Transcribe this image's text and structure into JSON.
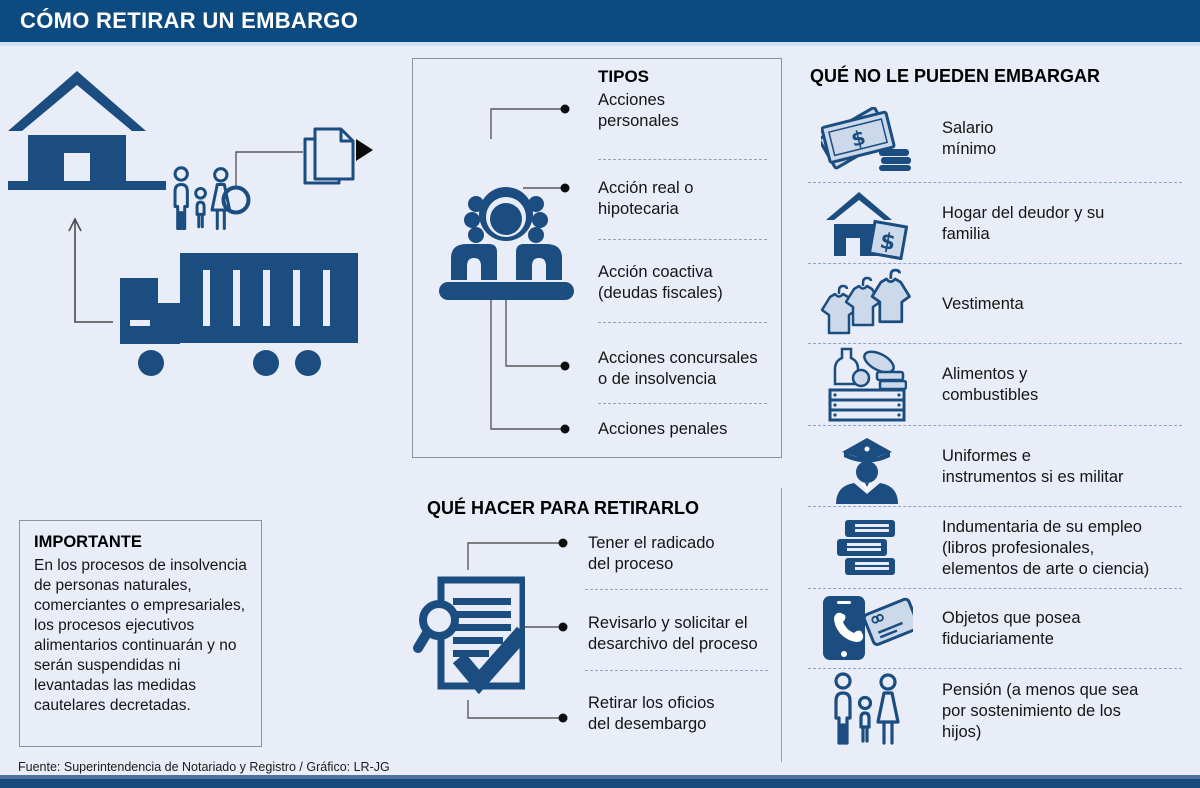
{
  "title": "CÓMO RETIRAR UN EMBARGO",
  "colors": {
    "header_bar": "#0c4a80",
    "brand_blue": "#1b4d80",
    "light_icon_fill": "#ccd9ea",
    "background": "#e9edf7"
  },
  "icons": {
    "currency_symbol": "$"
  },
  "tipos": {
    "header": "TIPOS",
    "items": [
      "Acciones\npersonales",
      "Acción real o\nhipotecaria",
      "Acción coactiva\n(deudas fiscales)",
      "Acciones concursales\no de insolvencia",
      "Acciones penales"
    ]
  },
  "que_hacer": {
    "header": "QUÉ HACER PARA RETIRARLO",
    "items": [
      "Tener el radicado\ndel proceso",
      "Revisarlo y solicitar el\ndesarchivo del proceso",
      "Retirar los oficios\ndel desembargo"
    ]
  },
  "no_embargar": {
    "header": "QUÉ NO LE PUEDEN EMBARGAR",
    "items": [
      {
        "icon": "money-icon",
        "label": "Salario\nmínimo"
      },
      {
        "icon": "house-dollar-icon",
        "label": "Hogar del deudor y su\nfamilia"
      },
      {
        "icon": "clothes-icon",
        "label": "Vestimenta"
      },
      {
        "icon": "food-crate-icon",
        "label": "Alimentos y\ncombustibles"
      },
      {
        "icon": "military-icon",
        "label": "Uniformes e\ninstrumentos si es militar"
      },
      {
        "icon": "books-icon",
        "label": "Indumentaria de su empleo\n(libros profesionales,\nelementos de arte o ciencia)"
      },
      {
        "icon": "phone-card-icon",
        "label": "Objetos que posea\nfiduciariamente"
      },
      {
        "icon": "family-pension-icon",
        "label": "Pensión (a menos que sea\npor sostenimiento de los\nhijos)"
      }
    ]
  },
  "importante": {
    "header": "IMPORTANTE",
    "body": "En los procesos de insolvencia de personas naturales, comerciantes o empresariales, los procesos ejecutivos alimentarios continuarán y no serán suspendidas ni levantadas las medidas cautelares decretadas."
  },
  "footer": {
    "source": "Fuente: Superintendencia de Notariado y Registro / Gráfico: LR-JG"
  }
}
